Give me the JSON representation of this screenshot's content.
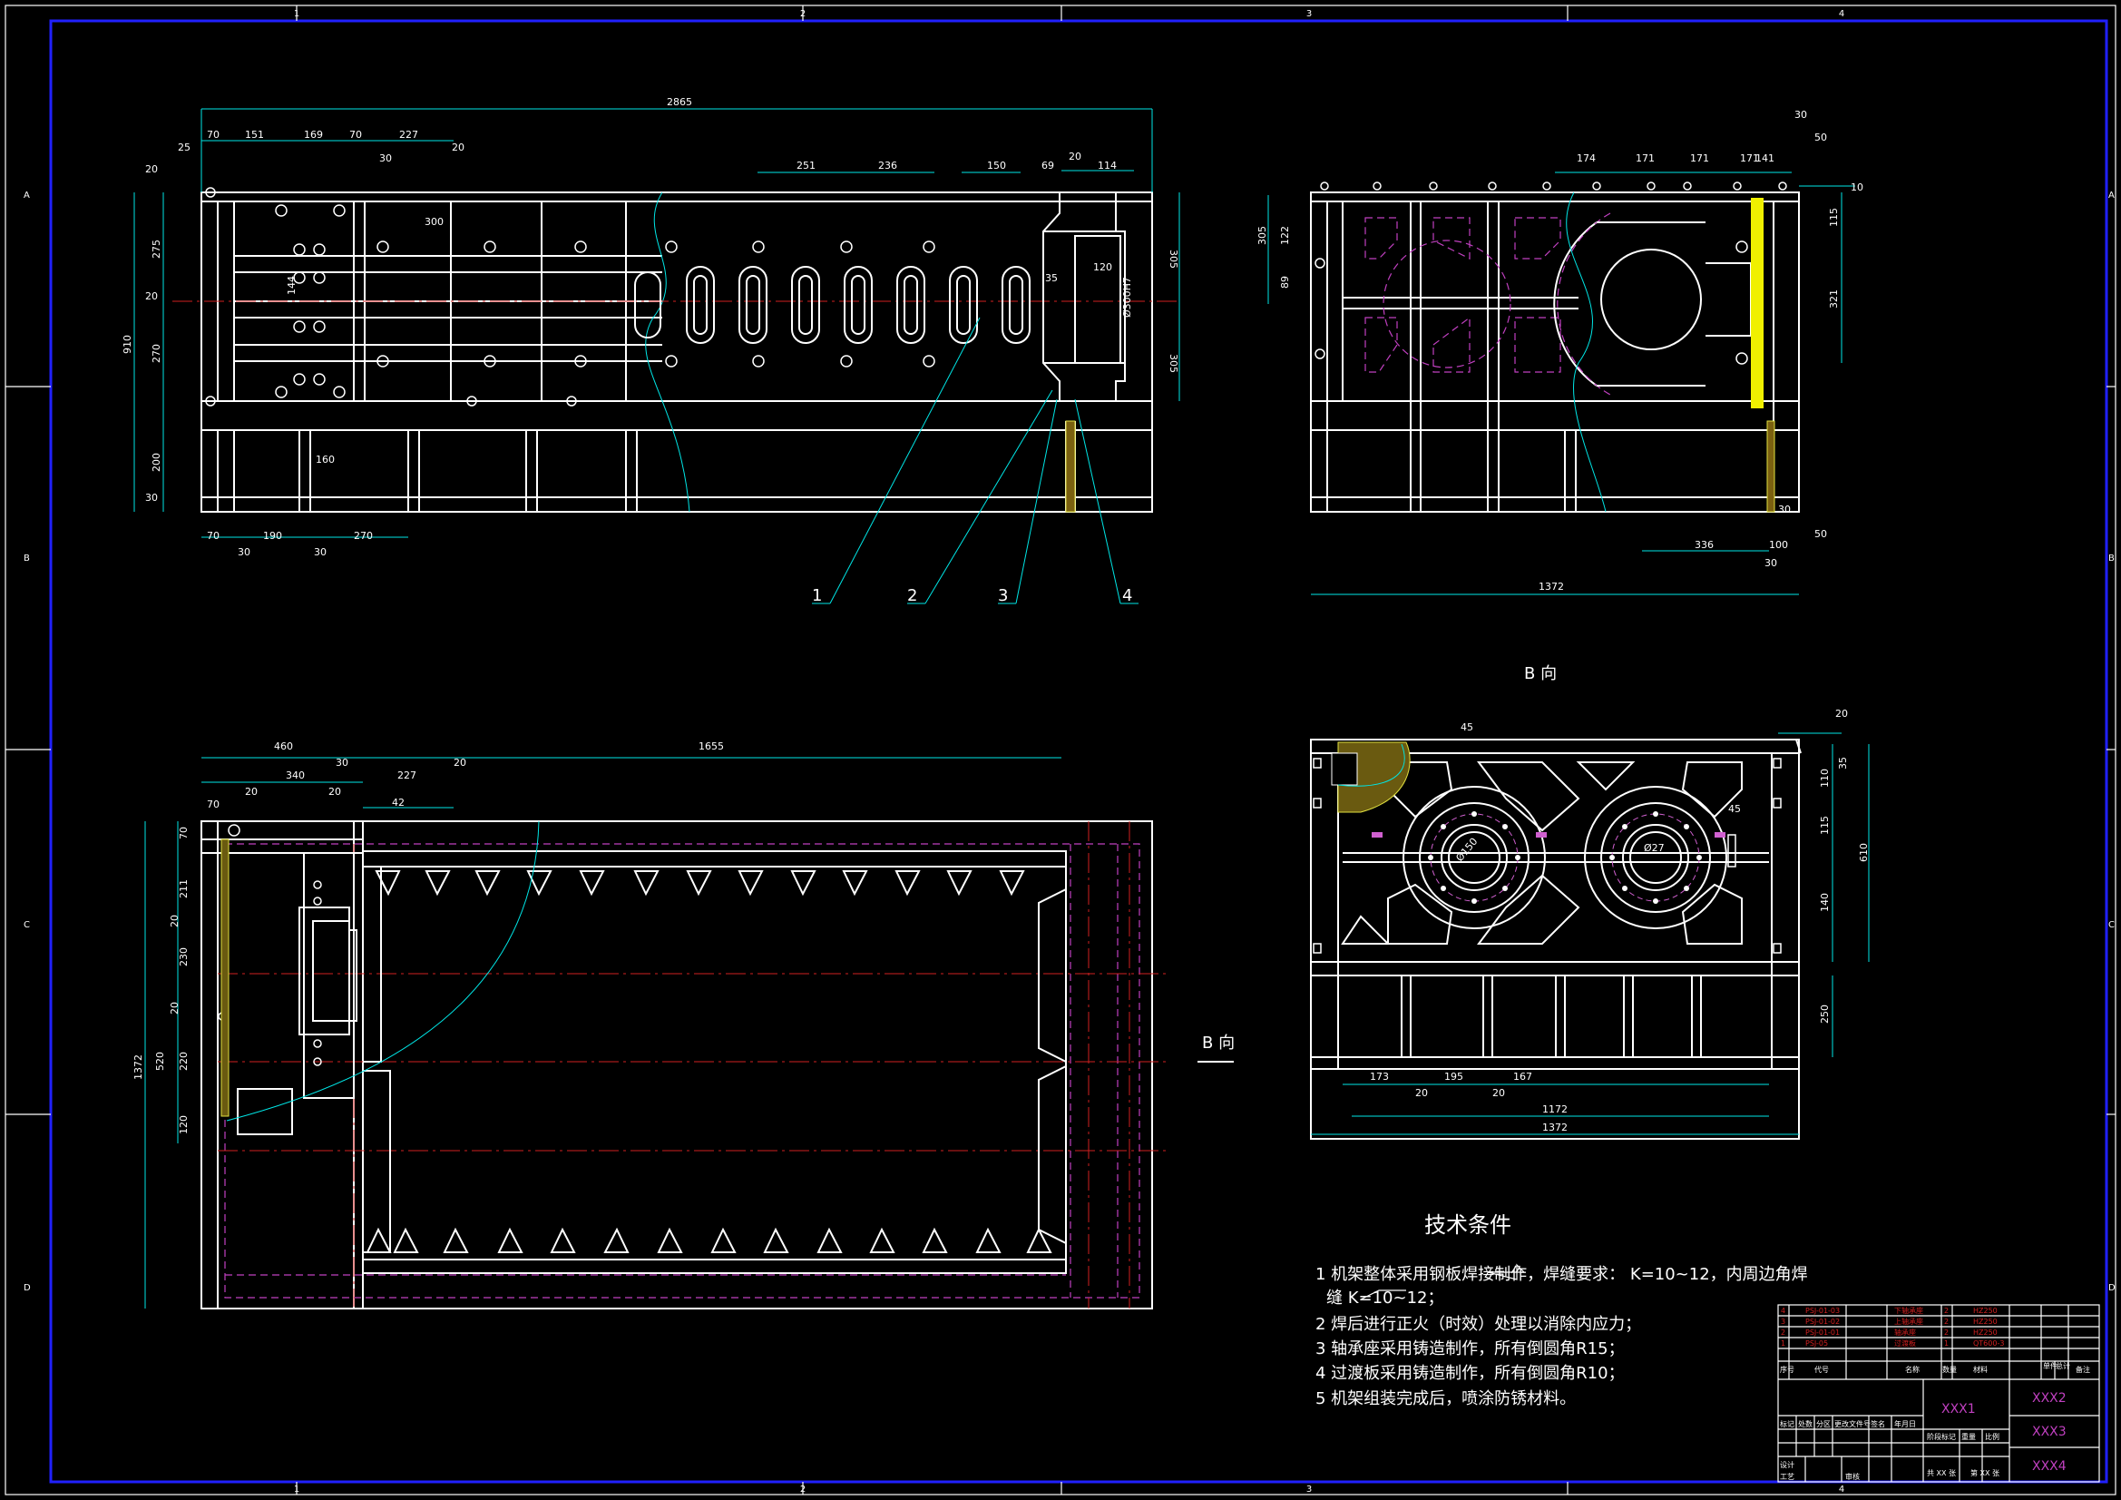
{
  "border": {
    "col_marks": [
      "1",
      "2",
      "3",
      "4"
    ],
    "row_marks": [
      "A",
      "B",
      "C",
      "D"
    ]
  },
  "views": {
    "front_dims": [
      "2865",
      "70",
      "151",
      "169",
      "70",
      "227",
      "20",
      "25",
      "20",
      "30",
      "300",
      "251",
      "236",
      "150",
      "69",
      "20",
      "114",
      "305",
      "305",
      "270",
      "20",
      "275",
      "910",
      "200",
      "30",
      "144",
      "160",
      "70",
      "30",
      "190",
      "30",
      "270",
      "35",
      "120",
      "Ø300H7"
    ],
    "side_dims": [
      "30",
      "50",
      "174",
      "171",
      "171",
      "171",
      "141",
      "10",
      "305",
      "122",
      "89",
      "115",
      "321",
      "336",
      "100",
      "30",
      "30",
      "50",
      "1372"
    ],
    "b_view_dims": [
      "45",
      "20",
      "35",
      "110",
      "115",
      "610",
      "140",
      "250",
      "173",
      "195",
      "167",
      "20",
      "20",
      "1172",
      "1372",
      "Ø150",
      "Ø27",
      "45"
    ],
    "plan_dims": [
      "460",
      "30",
      "1655",
      "20",
      "340",
      "20",
      "227",
      "20",
      "70",
      "42",
      "70",
      "211",
      "20",
      "230",
      "20",
      "520",
      "220",
      "1372",
      "120"
    ],
    "part_labels": [
      "1",
      "2",
      "3",
      "4"
    ],
    "b_view_title": "B 向",
    "b_arrow_label": "B 向"
  },
  "tech": {
    "title": "技术条件",
    "lines": [
      "1 机架整体采用钢板焊接制作，焊缝要求：    K=10~12，内周边角焊",
      "缝        K=10~12；",
      "2 焊后进行正火（时效）处理以消除内应力；",
      "3 轴承座采用铸造制作，所有倒圆角R15；",
      "4 过渡板采用铸造制作，所有倒圆角R10；",
      "5 机架组装完成后，喷涂防锈材料。"
    ]
  },
  "title_block": {
    "parts": [
      {
        "no": "4",
        "code": "PSJ-01-03",
        "name": "下轴承座",
        "qty": "2",
        "mat": "HZ250"
      },
      {
        "no": "3",
        "code": "PSJ-01-02",
        "name": "上轴承座",
        "qty": "2",
        "mat": "HZ250"
      },
      {
        "no": "2",
        "code": "PSJ-01-01",
        "name": "轴承座",
        "qty": "2",
        "mat": "HZ250"
      },
      {
        "no": "1",
        "code": "PSJ-05",
        "name": "过渡板",
        "qty": "1",
        "mat": "QT600-3"
      }
    ],
    "header": [
      "序号",
      "代号",
      "名称",
      "数量",
      "材料",
      "单件",
      "总计",
      "备注"
    ],
    "drawing_name": "XXX1",
    "field2": "XXX2",
    "field3": "XXX3",
    "field4": "XXX4",
    "sign_row": [
      "标记",
      "处数",
      "分区",
      "更改文件号",
      "签名",
      "年月日"
    ],
    "stage_label": "阶段标记",
    "weight_label": "重量",
    "scale_label": "比例",
    "rows_left": [
      "设计",
      "审核",
      "工艺"
    ],
    "sheet": "共 XX 张",
    "sheet2": "第 XX 张"
  }
}
